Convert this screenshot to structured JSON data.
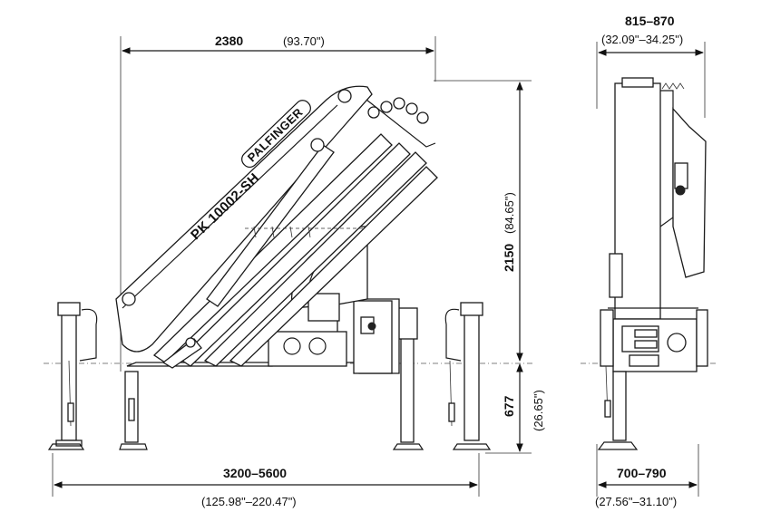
{
  "side_view": {
    "width_label": "2380",
    "width_label_in": "(93.70\")",
    "height_label": "2150",
    "height_label_in": "(84.65\")",
    "leg_label": "677",
    "leg_label_in": "(26.65\")",
    "spread_label": "3200–5600",
    "spread_label_in": "(125.98\"–220.47\")",
    "model_text": "PK 10002-SH",
    "brand_text": "PALFINGER"
  },
  "front_view": {
    "top_label": "815–870",
    "top_label_in": "(32.09\"–34.25\")",
    "bottom_label": "700–790",
    "bottom_label_in": "(27.56\"–31.10\")"
  }
}
